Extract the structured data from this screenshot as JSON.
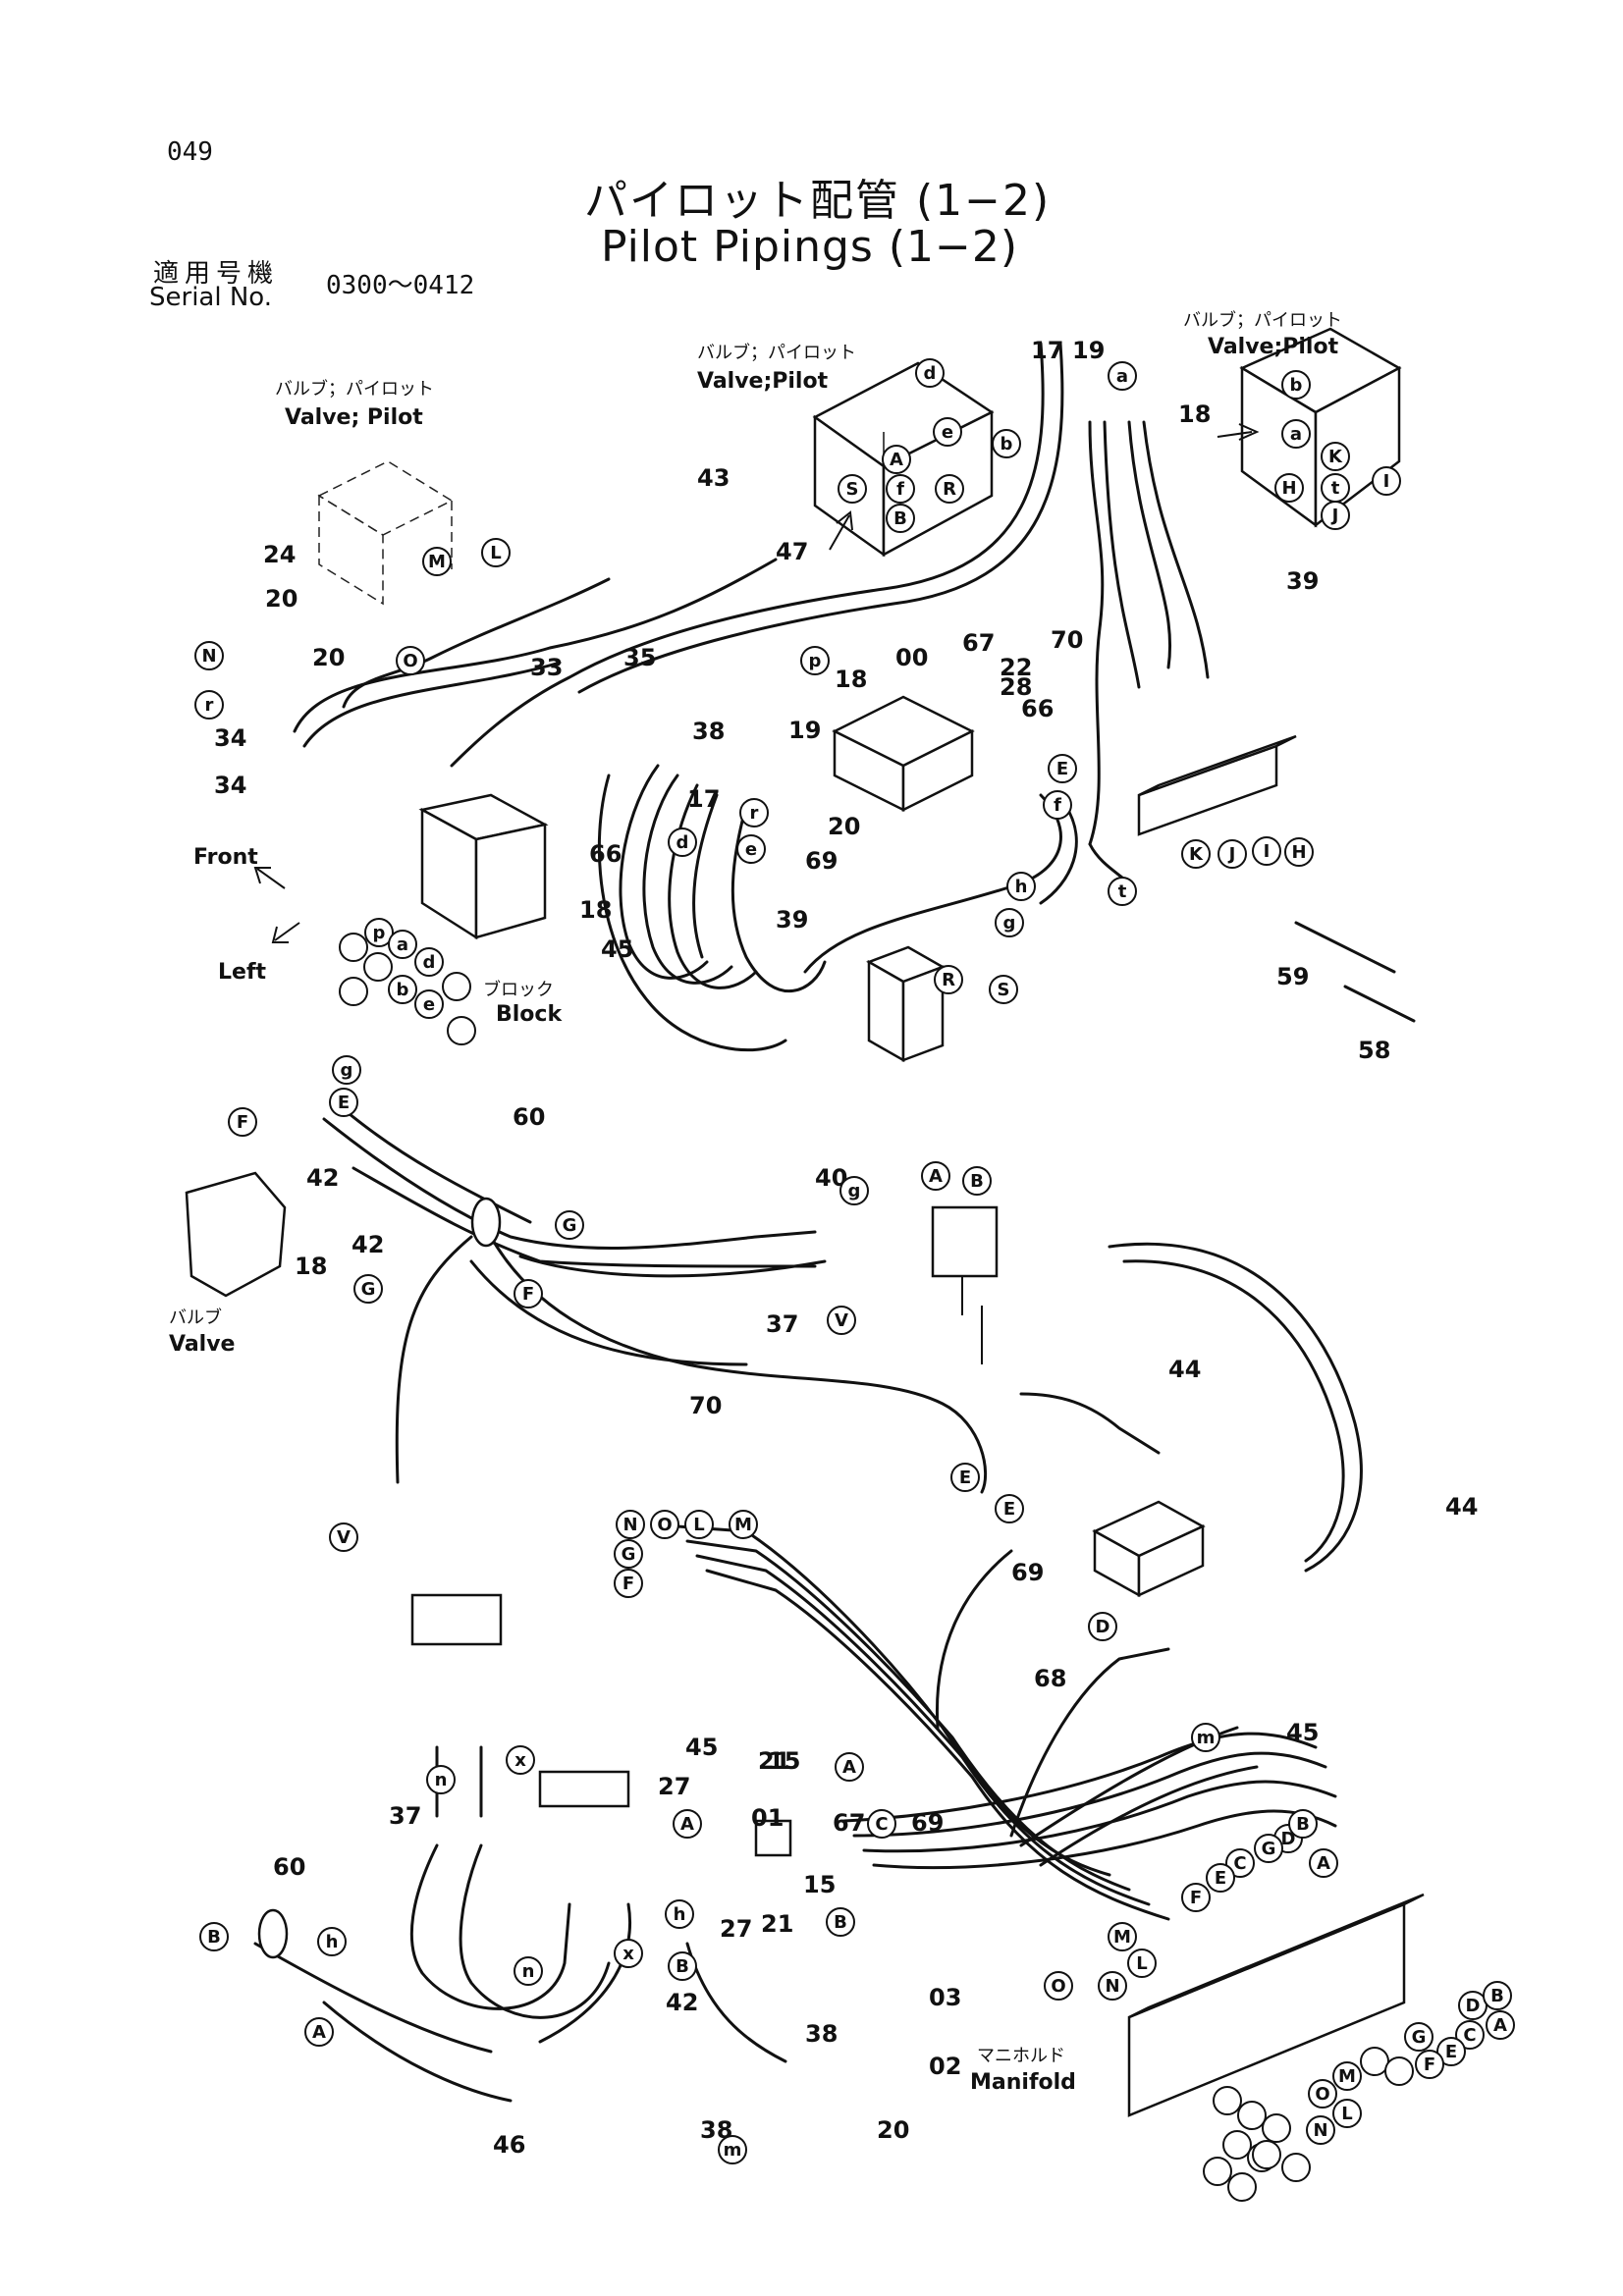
{
  "header": {
    "page_number": "049",
    "title_ja": "パイロット配管 (1−2)",
    "title_en": "Pilot Pipings (1−2)",
    "serial_label_ja": "適用号機",
    "serial_label_en": "Serial No.",
    "serial_range": "0300〜0412"
  },
  "captions": {
    "valve_pilot_left_ja": "バルブ；パイロット",
    "valve_pilot_left_en": "Valve; Pilot",
    "valve_pilot_center_ja": "バルブ；パイロット",
    "valve_pilot_center_en": "Valve;Pilot",
    "valve_pilot_right_ja": "バルブ；パイロット",
    "valve_pilot_right_en": "Valve;Pilot",
    "block_ja": "ブロック",
    "block_en": "Block",
    "valve_ja": "バルブ",
    "valve_en": "Valve",
    "manifold_ja": "マニホルド",
    "manifold_en": "Manifold",
    "front": "Front",
    "left": "Left"
  },
  "part_numbers": [
    "00",
    "01",
    "02",
    "03",
    "15",
    "17",
    "18",
    "19",
    "20",
    "21",
    "22",
    "24",
    "27",
    "28",
    "33",
    "34",
    "35",
    "37",
    "38",
    "39",
    "40",
    "42",
    "43",
    "44",
    "45",
    "46",
    "47",
    "58",
    "59",
    "60",
    "66",
    "67",
    "68",
    "69",
    "70"
  ],
  "port_letters_upper": [
    "A",
    "B",
    "C",
    "D",
    "E",
    "F",
    "G",
    "H",
    "I",
    "J",
    "K",
    "L",
    "M",
    "N",
    "O",
    "R",
    "S"
  ],
  "port_letters_lower": [
    "a",
    "b",
    "d",
    "e",
    "f",
    "g",
    "h",
    "m",
    "n",
    "p",
    "r",
    "t",
    "v",
    "x"
  ],
  "colors": {
    "ink": "#111111",
    "paper": "#ffffff"
  }
}
